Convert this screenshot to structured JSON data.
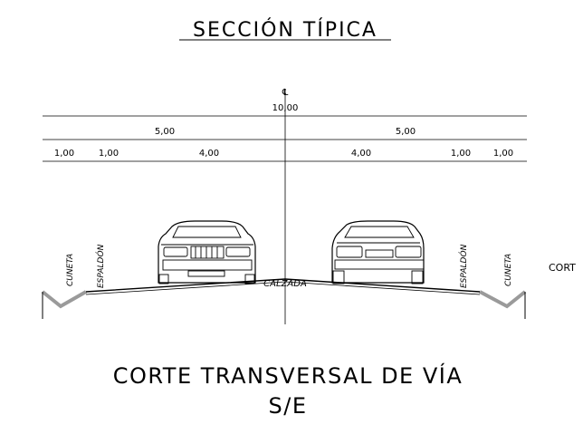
{
  "title": "SECCIÓN TÍPICA",
  "centerline_symbol": "℄",
  "dimensions": {
    "total": "10,00",
    "halves": [
      "5,00",
      "5,00"
    ],
    "parts": [
      "1,00",
      "1,00",
      "4,00",
      "4,00",
      "1,00",
      "1,00"
    ]
  },
  "labels": {
    "cuneta_left": "CUNETA",
    "espaldon_left": "ESPALDÓN",
    "calzada": "CALZADA",
    "espaldon_right": "ESPALDÓN",
    "cuneta_right": "CUNETA",
    "clipped_right": "CORT"
  },
  "footer": {
    "line1": "CORTE TRANSVERSAL DE VÍA",
    "line2": "S/E"
  },
  "colors": {
    "ink": "#000000",
    "gutter": "#9a9a9a",
    "background": "#ffffff"
  }
}
